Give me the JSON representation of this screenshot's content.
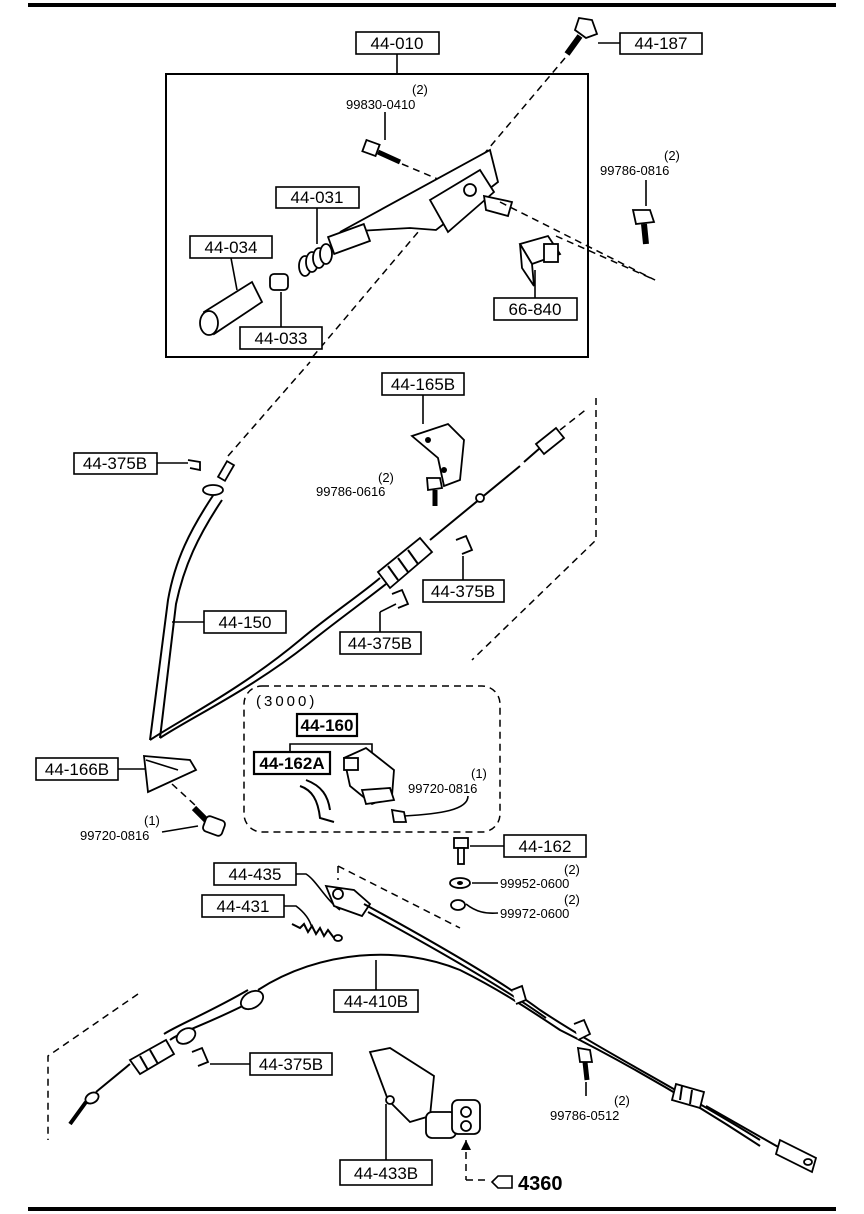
{
  "callouts": {
    "c_44_010": "44-010",
    "c_44_187": "44-187",
    "c_99830_0410": "99830-0410",
    "q_99830_0410": "(2)",
    "c_99786_0816": "99786-0816",
    "q_99786_0816": "(2)",
    "c_44_031": "44-031",
    "c_44_034": "44-034",
    "c_44_033": "44-033",
    "c_66_840": "66-840",
    "c_44_165B": "44-165B",
    "c_99786_0616": "99786-0616",
    "q_99786_0616": "(2)",
    "c_44_375B_a": "44-375B",
    "c_44_375B_b": "44-375B",
    "c_44_375B_c": "44-375B",
    "c_44_375B_d": "44-375B",
    "c_44_150": "44-150",
    "c_3000": "(3000)",
    "c_44_160": "44-160",
    "c_44_162A": "44-162A",
    "c_99720_0816_a": "99720-0816",
    "q_99720_0816_a": "(1)",
    "c_44_166B": "44-166B",
    "c_99720_0816_b": "99720-0816",
    "q_99720_0816_b": "(1)",
    "c_44_162": "44-162",
    "c_99952_0600": "99952-0600",
    "q_99952_0600": "(2)",
    "c_99972_0600": "99972-0600",
    "q_99972_0600": "(2)",
    "c_44_435": "44-435",
    "c_44_431": "44-431",
    "c_44_410B": "44-410B",
    "c_99786_0512": "99786-0512",
    "q_99786_0512": "(2)",
    "c_44_433B": "44-433B",
    "c_4360": "4360"
  }
}
